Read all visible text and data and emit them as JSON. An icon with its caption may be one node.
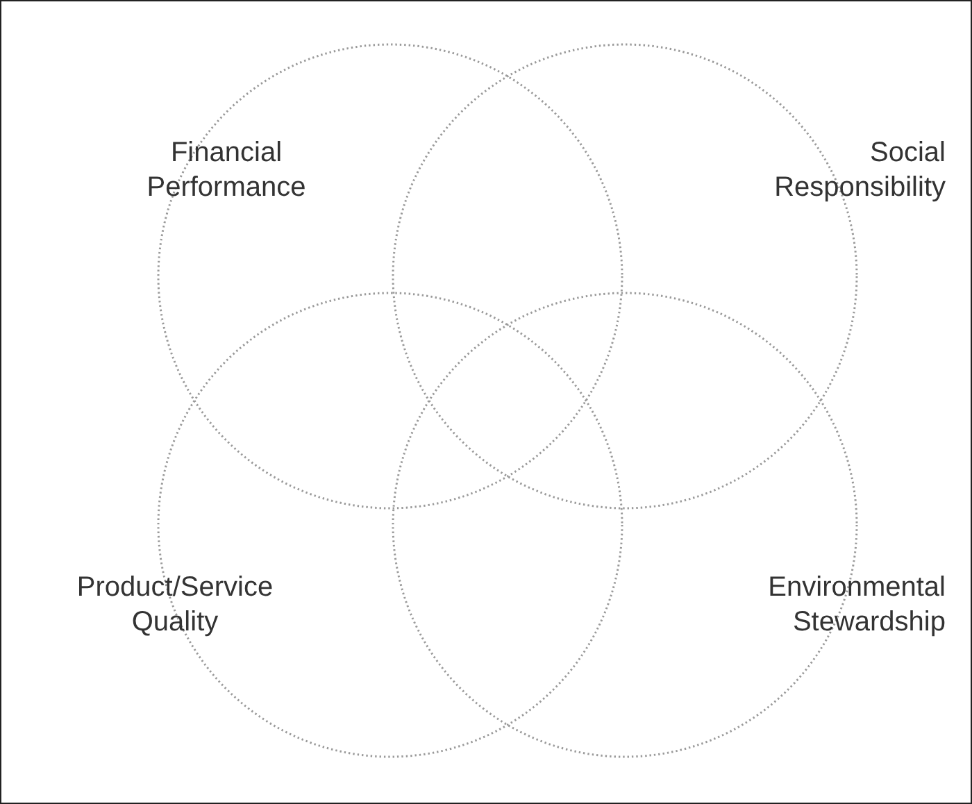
{
  "diagram": {
    "nodes": [
      {
        "text": [
          "Financial Performance"
        ]
      },
      {
        "text": [
          "Social Responsibility"
        ]
      },
      {
        "text": [
          "Product/Service Quality"
        ]
      },
      {
        "text": [
          "Environmental Stewardship"
        ]
      }
    ]
  }
}
